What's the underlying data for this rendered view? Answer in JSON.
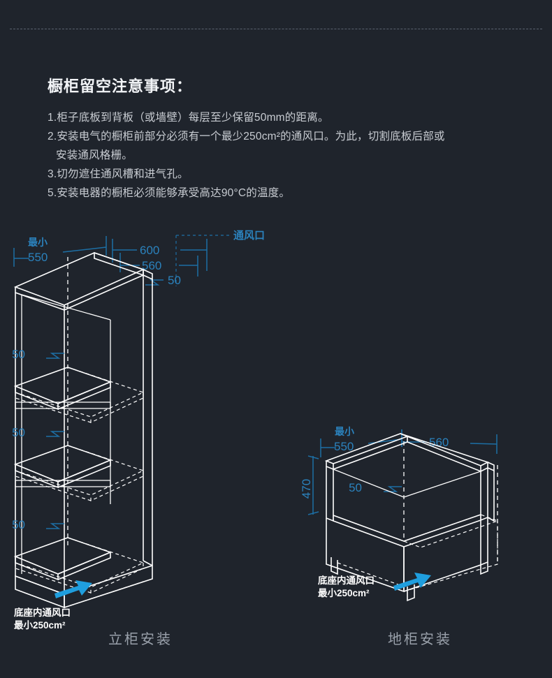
{
  "page": {
    "background_color": "#1f242c",
    "line_color": "#ffffff",
    "dimension_color": "#1d6fa5",
    "arrow_color": "#1f9ede",
    "title": "橱柜留空注意事项："
  },
  "notes": [
    {
      "text": "1.柜子底板到背板（或墙壁）每层至少保留50mm的距离。",
      "indented": false
    },
    {
      "text": "2.安装电气的橱柜前部分必须有一个最少250cm²的通风口。为此，切割底板后部或",
      "indented": false
    },
    {
      "text": "安装通风格栅。",
      "indented": true
    },
    {
      "text": "3.切勿遮住通风槽和进气孔。",
      "indented": false
    },
    {
      "text": "5.安装电器的橱柜必须能够承受高达90°C的温度。",
      "indented": false
    }
  ],
  "diagrams": [
    {
      "id": "tall-cabinet",
      "caption": "立柜安装",
      "labels": {
        "vent_callout": "通风口",
        "min_label": "最小",
        "depth": "550",
        "outer_width": "600",
        "inner_width": "560",
        "top_gap": "50",
        "shelf_gap_1": "50",
        "shelf_gap_2": "50",
        "shelf_gap_3": "50",
        "base_vent_line1": "底座内通风口",
        "base_vent_line2": "最小250cm²"
      }
    },
    {
      "id": "base-cabinet",
      "caption": "地柜安装",
      "labels": {
        "min_label": "最小",
        "depth": "550",
        "width": "560",
        "height": "470",
        "back_gap": "50",
        "base_vent_line1": "底座内通风口",
        "base_vent_line2": "最小250cm²"
      }
    }
  ]
}
